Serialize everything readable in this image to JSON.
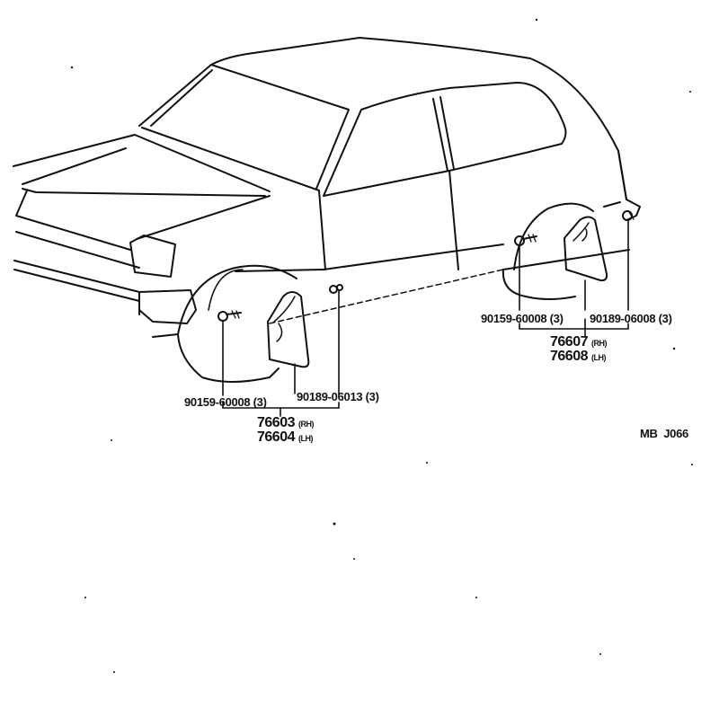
{
  "front": {
    "clip_part": "90159-60008",
    "clip_qty": "(3)",
    "screw_part": "90189-06013",
    "screw_qty": "(3)",
    "mudguard_rh": "76603",
    "rh_tag": "(RH)",
    "mudguard_lh": "76604",
    "lh_tag": "(LH)"
  },
  "rear": {
    "clip_part": "90159-60008",
    "clip_qty": "(3)",
    "screw_part": "90189-06008",
    "screw_qty": "(3)",
    "mudguard_rh": "76607",
    "rh_tag": "(RH)",
    "mudguard_lh": "76608",
    "lh_tag": "(LH)"
  },
  "diagram_code": "MB  J066"
}
